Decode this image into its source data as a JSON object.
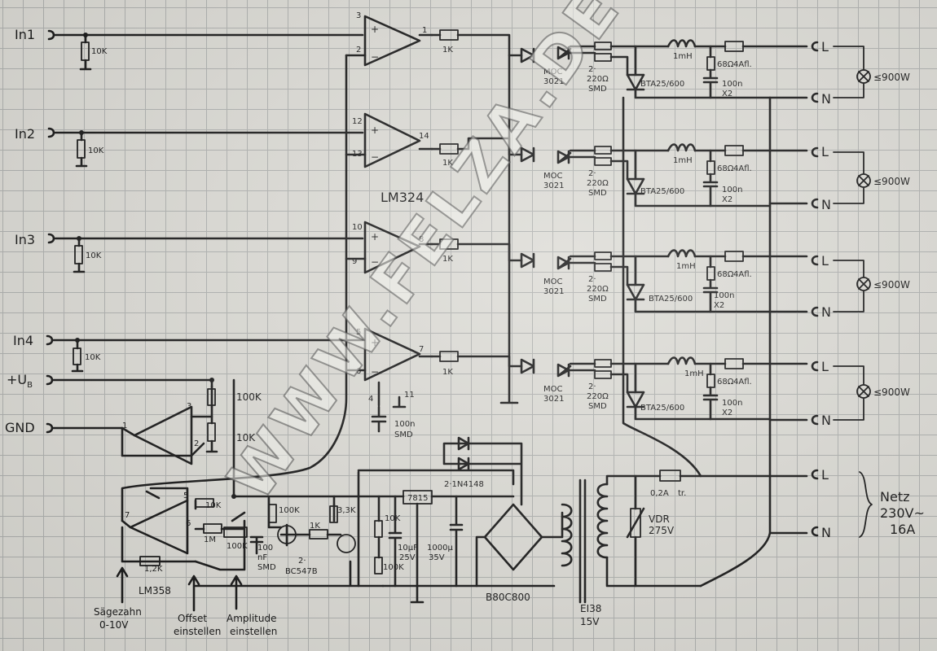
{
  "inputs": [
    {
      "label": "In1",
      "pin_plus": "3",
      "pin_minus": "2",
      "pin_out": "1"
    },
    {
      "label": "In2",
      "pin_plus": "12",
      "pin_minus": "13",
      "pin_out": "14"
    },
    {
      "label": "In3",
      "pin_plus": "10",
      "pin_minus": "9",
      "pin_out": "8"
    },
    {
      "label": "In4",
      "pin_plus": "5",
      "pin_minus": "6",
      "pin_out": "7"
    }
  ],
  "rails": {
    "vplus": "+U",
    "vplus_sub": "B",
    "gnd": "GND"
  },
  "labels": {
    "r10k": "10K",
    "r1k": "1K",
    "opamp_quad": "LM324",
    "moc_top": "MOC",
    "moc_bottom": "3021",
    "r220_top": "2·",
    "r220_bottom": "220Ω",
    "smd": "SMD",
    "triac": "BTA25/600",
    "inductor": "1mH",
    "r68": "68Ω",
    "cap100n": "100n",
    "x2": "X2",
    "fuse4a": "4Afl.",
    "out_l": "L",
    "out_n": "N",
    "lamp": "≤900W",
    "pin4": "4",
    "pin11": "11",
    "cap_supply": "100n",
    "cap_supply_smd": "SMD",
    "r100k": "100K",
    "r10k_div": "10K",
    "pin1": "1",
    "pin2": "2",
    "pin3": "3",
    "pin5": "5",
    "pin6": "6",
    "pin7": "7",
    "r1m": "1M",
    "r129": "1,2K",
    "pot100k": "100K",
    "cap100nf": "100",
    "cap100nf_b": "nF",
    "cap100nf_c": "SMD",
    "r100k_b": "100K",
    "r33k": "3,3K",
    "r1k_b": "1K",
    "transistors_a": "2·",
    "transistors_b": "BC547B",
    "lm358": "LM358",
    "r10k_c": "10K",
    "r100k_c": "100K",
    "reg": "7815",
    "diodes": "2·1N4148",
    "cap10u_a": "10µF",
    "cap10u_b": "25V",
    "cap1000_a": "1000µ",
    "cap1000_b": "35V",
    "bridge": "B80C800",
    "trafo_a": "EI38",
    "trafo_b": "15V",
    "fuse_mains_a": "0,2A",
    "fuse_mains_b": "tr.",
    "vdr_a": "VDR",
    "vdr_b": "275V",
    "netz_a": "Netz",
    "netz_b": "230V~",
    "netz_c": "16A",
    "annot_saw_a": "Sägezahn",
    "annot_saw_b": "0-10V",
    "annot_off_a": "Offset",
    "annot_off_b": "einstellen",
    "annot_amp_a": "Amplitude",
    "annot_amp_b": "einstellen",
    "watermark": "WWW.FELZA.DE"
  }
}
